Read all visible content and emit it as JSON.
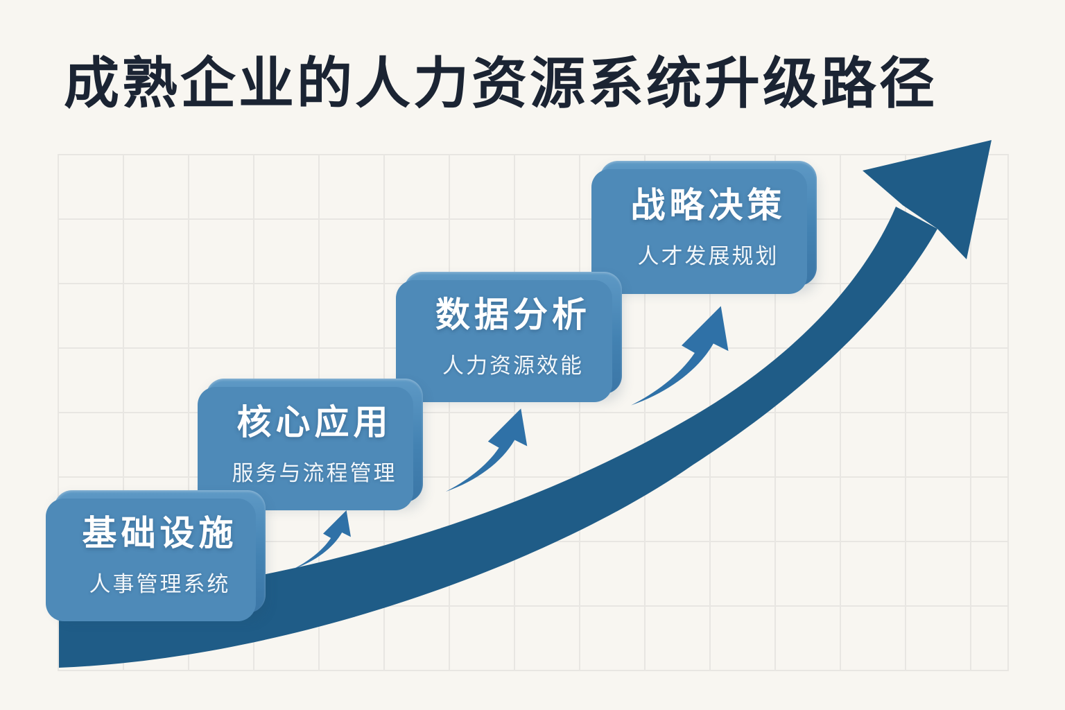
{
  "title": "成熟企业的人力资源系统升级路径",
  "stages": [
    {
      "title": "基础设施",
      "subtitle": "人事管理系统"
    },
    {
      "title": "核心应用",
      "subtitle": "服务与流程管理"
    },
    {
      "title": "数据分析",
      "subtitle": "人力资源效能"
    },
    {
      "title": "战略决策",
      "subtitle": "人才发展规划"
    }
  ],
  "icons": {
    "main": "growth-curve-arrow",
    "between_stages": "up-right-swoosh-arrow"
  },
  "colors": {
    "background": "#f8f6f1",
    "grid_line": "#e8e6e2",
    "main_arrow": "#1f5c87",
    "small_arrow": "#2f71a7",
    "card_gradient_top": "#5e99c5",
    "card_gradient_bottom": "#3b76a6",
    "card_echo": "#4e8ab8",
    "title_text": "#1b2433",
    "card_text": "#ffffff"
  }
}
